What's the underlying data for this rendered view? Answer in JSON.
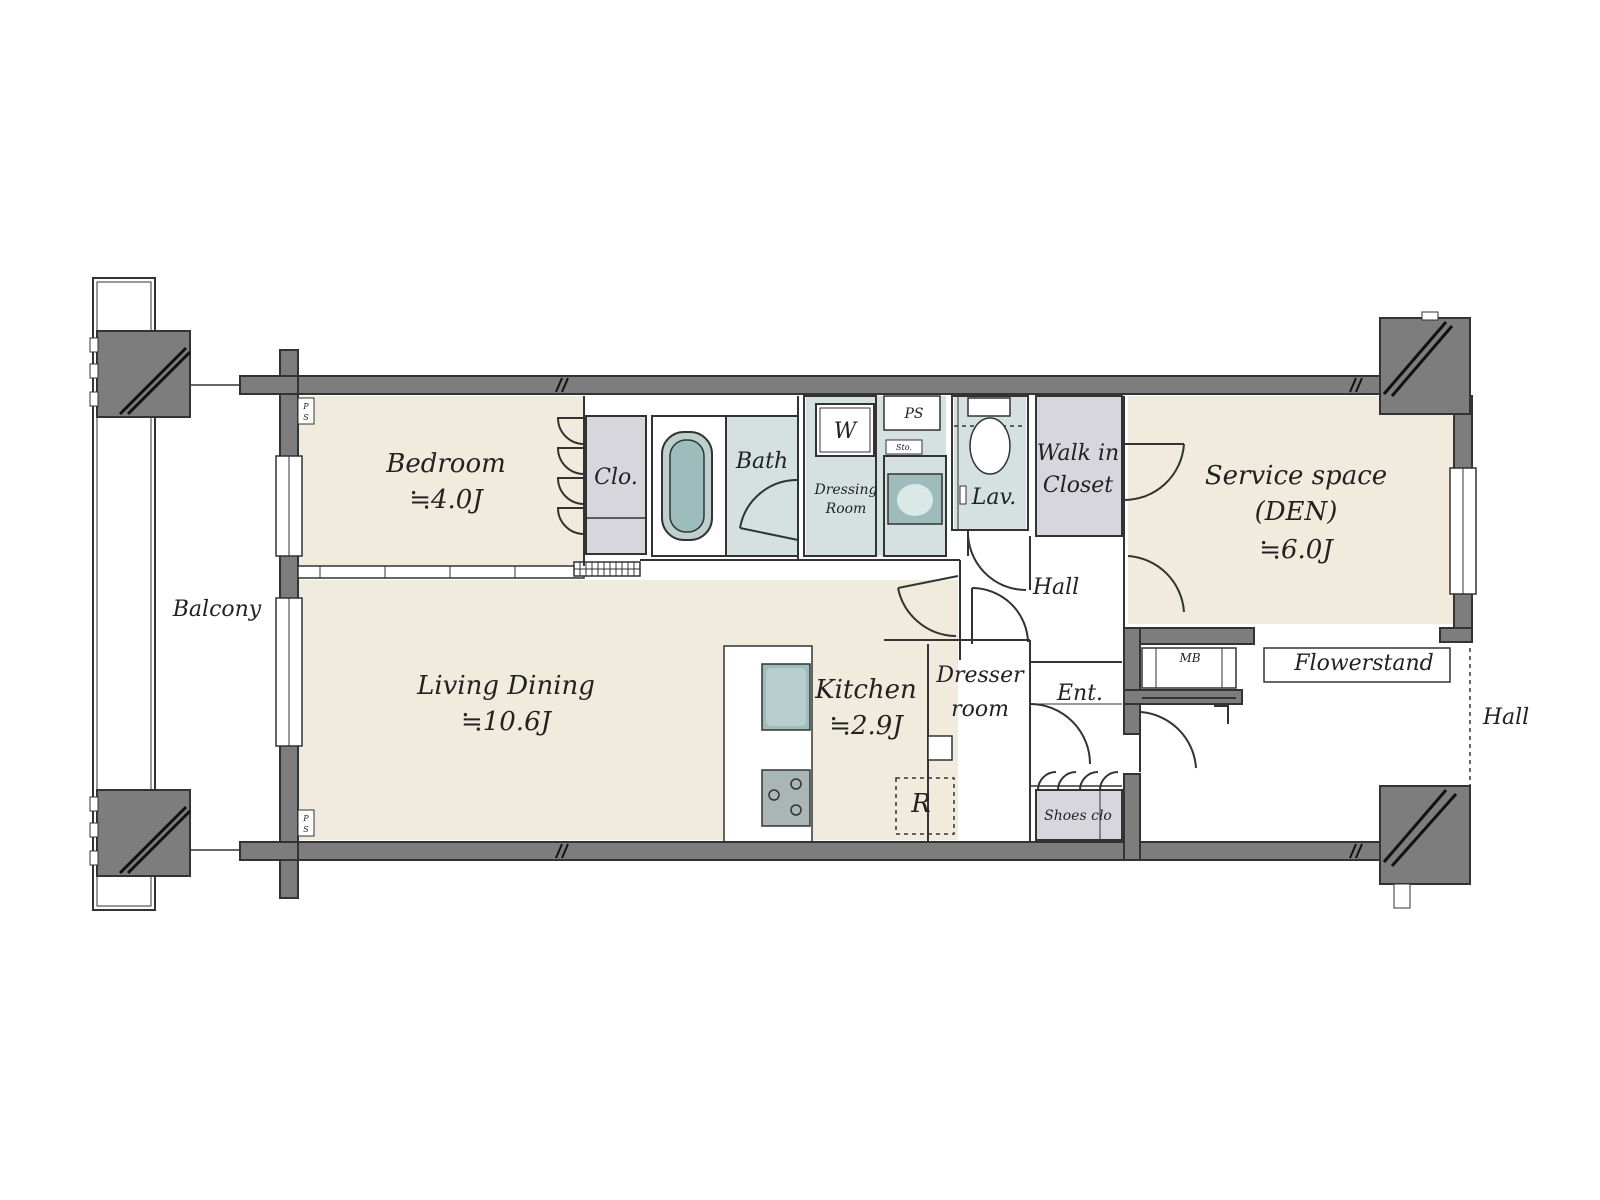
{
  "rooms": {
    "bedroom": {
      "name": "Bedroom",
      "area": "≒4.0J"
    },
    "living_dining": {
      "name": "Living Dining",
      "area": "≒10.6J"
    },
    "kitchen": {
      "name": "Kitchen",
      "area": "≒2.9J"
    },
    "service_space": {
      "name": "Service space",
      "subname": "(DEN)",
      "area": "≒6.0J"
    },
    "closet": {
      "name": "Clo."
    },
    "bath": {
      "name": "Bath"
    },
    "dressing_room": {
      "line1": "Dressing",
      "line2": "Room"
    },
    "washer": {
      "name": "W"
    },
    "pipe_space": {
      "name": "PS"
    },
    "storage": {
      "name": "Sto."
    },
    "lavatory": {
      "name": "Lav."
    },
    "walk_in_closet": {
      "line1": "Walk in",
      "line2": "Closet"
    },
    "hall_inner": {
      "name": "Hall"
    },
    "dresser_room": {
      "line1": "Dresser",
      "line2": "room"
    },
    "entrance": {
      "name": "Ent."
    },
    "shoes_closet": {
      "name": "Shoes clo"
    },
    "meter_box": {
      "name": "MB"
    },
    "flowerstand": {
      "name": "Flowerstand"
    },
    "hall_outer": {
      "name": "Hall"
    },
    "balcony": {
      "name": "Balcony"
    },
    "refrigerator": {
      "name": "R"
    },
    "ps_small_top": {
      "line1": "P",
      "line2": "S"
    },
    "ps_small_bottom": {
      "line1": "P",
      "line2": "S"
    }
  },
  "colors": {
    "wall": "#7d7d7d",
    "beige": "#f0ebdc",
    "wet_area": "#d5e1e1",
    "closet": "#d6d6dc"
  }
}
